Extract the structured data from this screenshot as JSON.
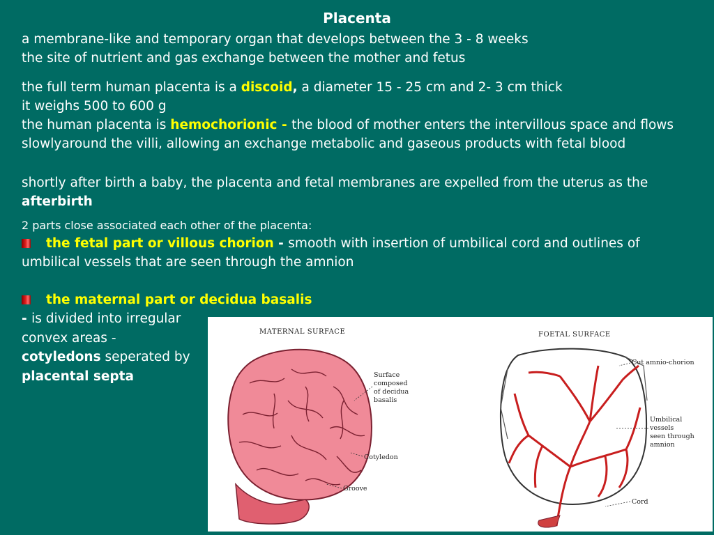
{
  "slide": {
    "title": "Placenta",
    "line1": "a membrane-like and temporary organ that develops between the 3 - 8 weeks",
    "line2": "the site of nutrient and gas exchange between the mother and fetus",
    "p3": {
      "pre": "the full term human placenta is a ",
      "highlight": "discoid",
      "comma": ",",
      "post": " a diameter 15 - 25 cm and  2- 3 cm thick"
    },
    "line4": "it weighs 500 to 600 g",
    "p5": {
      "pre": "the human placenta is ",
      "highlight": "hemochorionic - ",
      "post": "the blood of mother enters the intervillous space and flows slowlyaround the villi, allowing an exchange metabolic and gaseous products with fetal blood"
    },
    "p6": {
      "pre": "shortly after birth a baby, the placenta and fetal membranes are expelled from the uterus as the ",
      "bold": "afterbirth"
    },
    "parts_intro": "2 parts close associated each other of the placenta:",
    "bullet1": {
      "highlight": "the fetal part or villous chorion",
      "dash": " - ",
      "post": "smooth with insertion of umbilical cord and outlines of umbilical vessels that are seen through the amnion"
    },
    "bullet2": {
      "highlight": "the maternal part or decidua basalis"
    },
    "maternal_text": {
      "dash": "- ",
      "l1": "is divided into irregular",
      "l2": "convex areas -",
      "l3_bold": "cotyledons",
      "l3_post": " seperated by",
      "l4_bold": "placental septa"
    }
  },
  "figure": {
    "maternal_heading": "MATERNAL SURFACE",
    "foetal_heading": "FOETAL SURFACE",
    "labels": {
      "surface": [
        "Surface",
        "composed",
        "of decidua",
        "basalis"
      ],
      "cotyledon": "Cotyledon",
      "groove": "Groove",
      "cut_amnio": "Cut amnio-chorion",
      "umbilical": [
        "Umbilical",
        "vessels",
        "seen through",
        "amnion"
      ],
      "cord": "Cord"
    }
  },
  "colors": {
    "background": "#006b63",
    "highlight": "#ffff00",
    "text": "#ffffff",
    "placenta_pink": "#f08090",
    "vessel_red": "#c81e1e"
  }
}
